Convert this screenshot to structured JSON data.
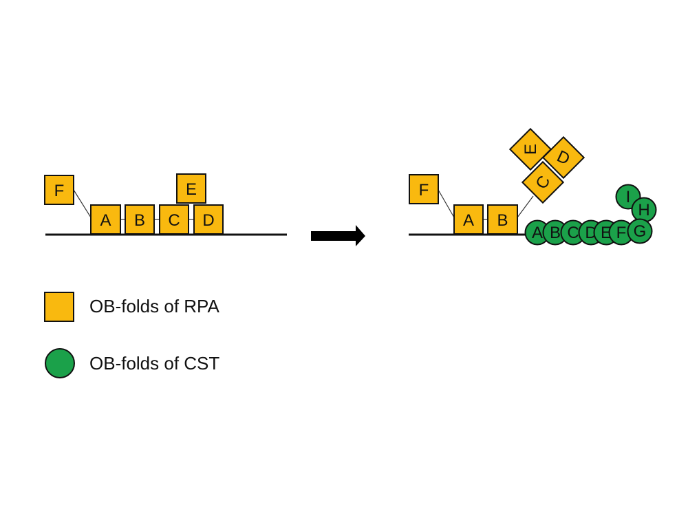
{
  "colors": {
    "rpa": "#F9B90F",
    "cst": "#1BA14A",
    "outline": "#111111"
  },
  "before": {
    "rpa": {
      "F": "F",
      "A": "A",
      "B": "B",
      "C": "C",
      "D": "D",
      "E": "E"
    }
  },
  "after": {
    "rpa": {
      "F": "F",
      "A": "A",
      "B": "B",
      "C": "C",
      "D": "D",
      "E": "E"
    },
    "cst": {
      "A": "A",
      "B": "B",
      "C": "C",
      "D": "D",
      "E": "E",
      "F": "F",
      "G": "G",
      "H": "H",
      "I": "I"
    }
  },
  "legend": {
    "rpa_label": "OB-folds of RPA",
    "cst_label": "OB-folds of CST"
  }
}
